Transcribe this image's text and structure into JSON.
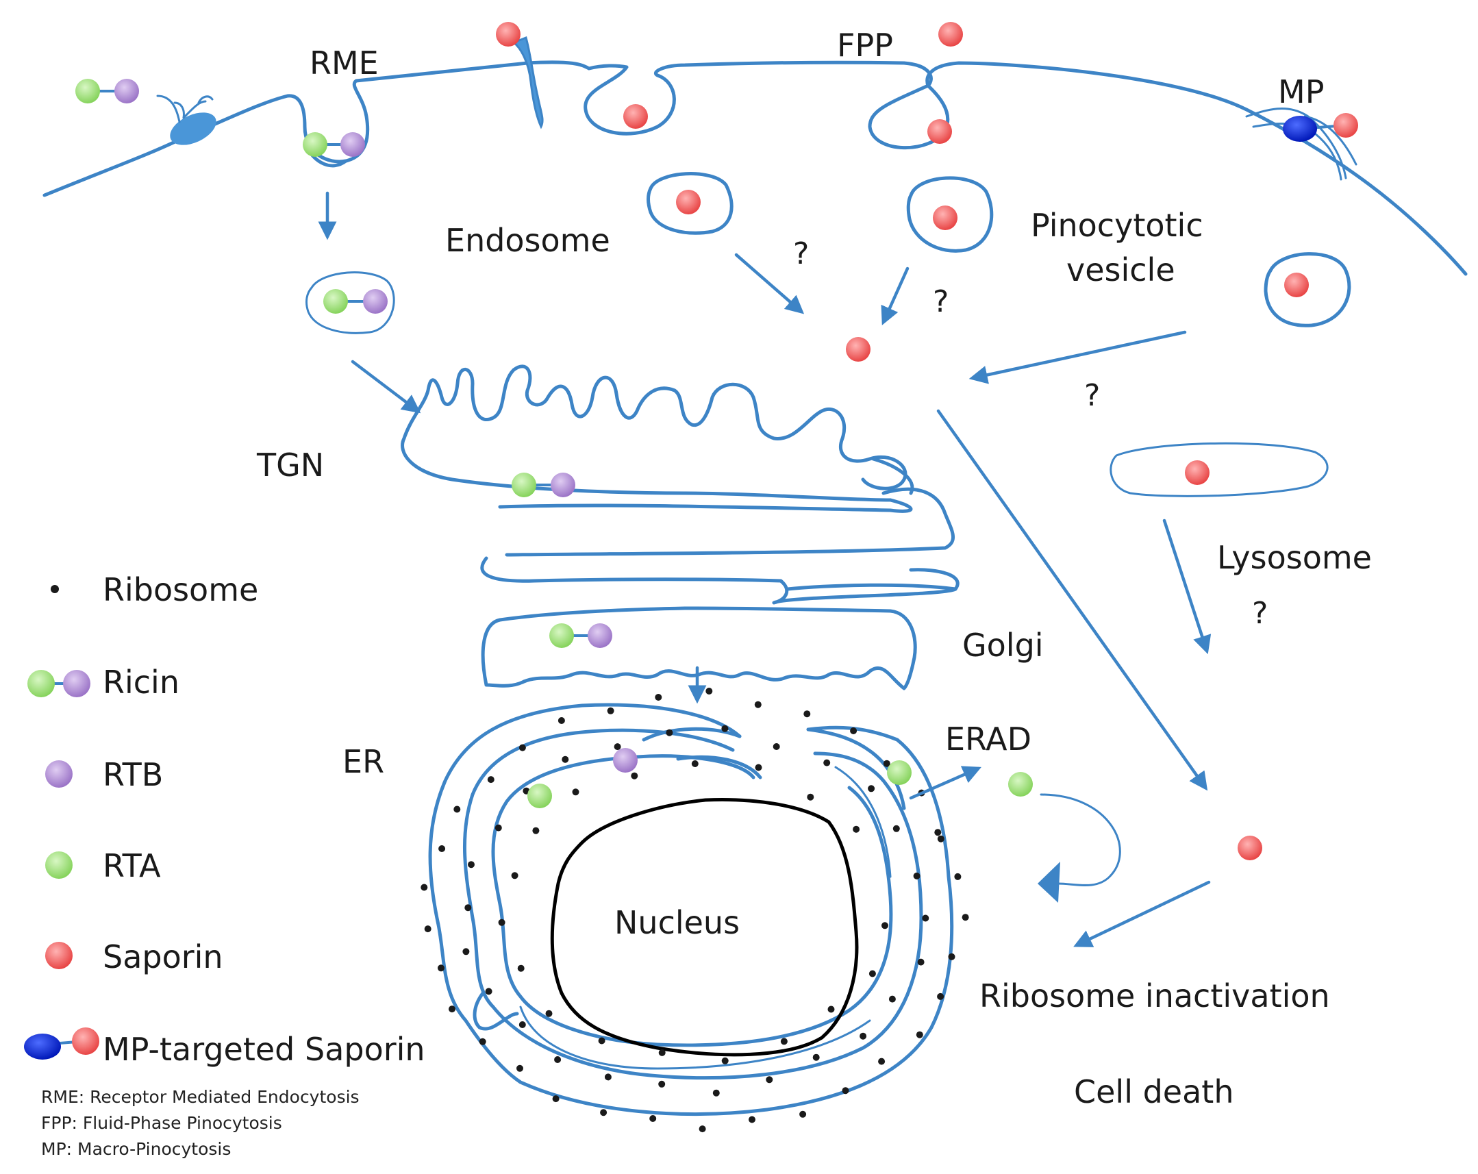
{
  "labels": {
    "rme": "RME",
    "fpp": "FPP",
    "mp": "MP",
    "endosome": "Endosome",
    "pinocytotic_line1": "Pinocytotic",
    "pinocytotic_line2": "vesicle",
    "tgn": "TGN",
    "golgi": "Golgi",
    "er": "ER",
    "erad": "ERAD",
    "lysosome": "Lysosome",
    "nucleus": "Nucleus",
    "ribosome_inactivation": "Ribosome inactivation",
    "cell_death": "Cell death",
    "question_mark": "?"
  },
  "legend": {
    "ribosome": "Ribosome",
    "ricin": "Ricin",
    "rtb": "RTB",
    "rta": "RTA",
    "saporin": "Saporin",
    "mp_targeted_saporin": "MP-targeted Saporin"
  },
  "abbreviations": {
    "rme": "RME: Receptor Mediated Endocytosis",
    "fpp": "FPP: Fluid-Phase Pinocytosis",
    "mp": "MP: Macro-Pinocytosis"
  },
  "colors": {
    "membrane": "#3d84c6",
    "rta": "#9ee07a",
    "rtb": "#b08fd6",
    "saporin": "#f06a6a",
    "mp_ligand": "#0a2fd6",
    "ribosome": "#1a1a1a",
    "nucleus": "#000000"
  }
}
